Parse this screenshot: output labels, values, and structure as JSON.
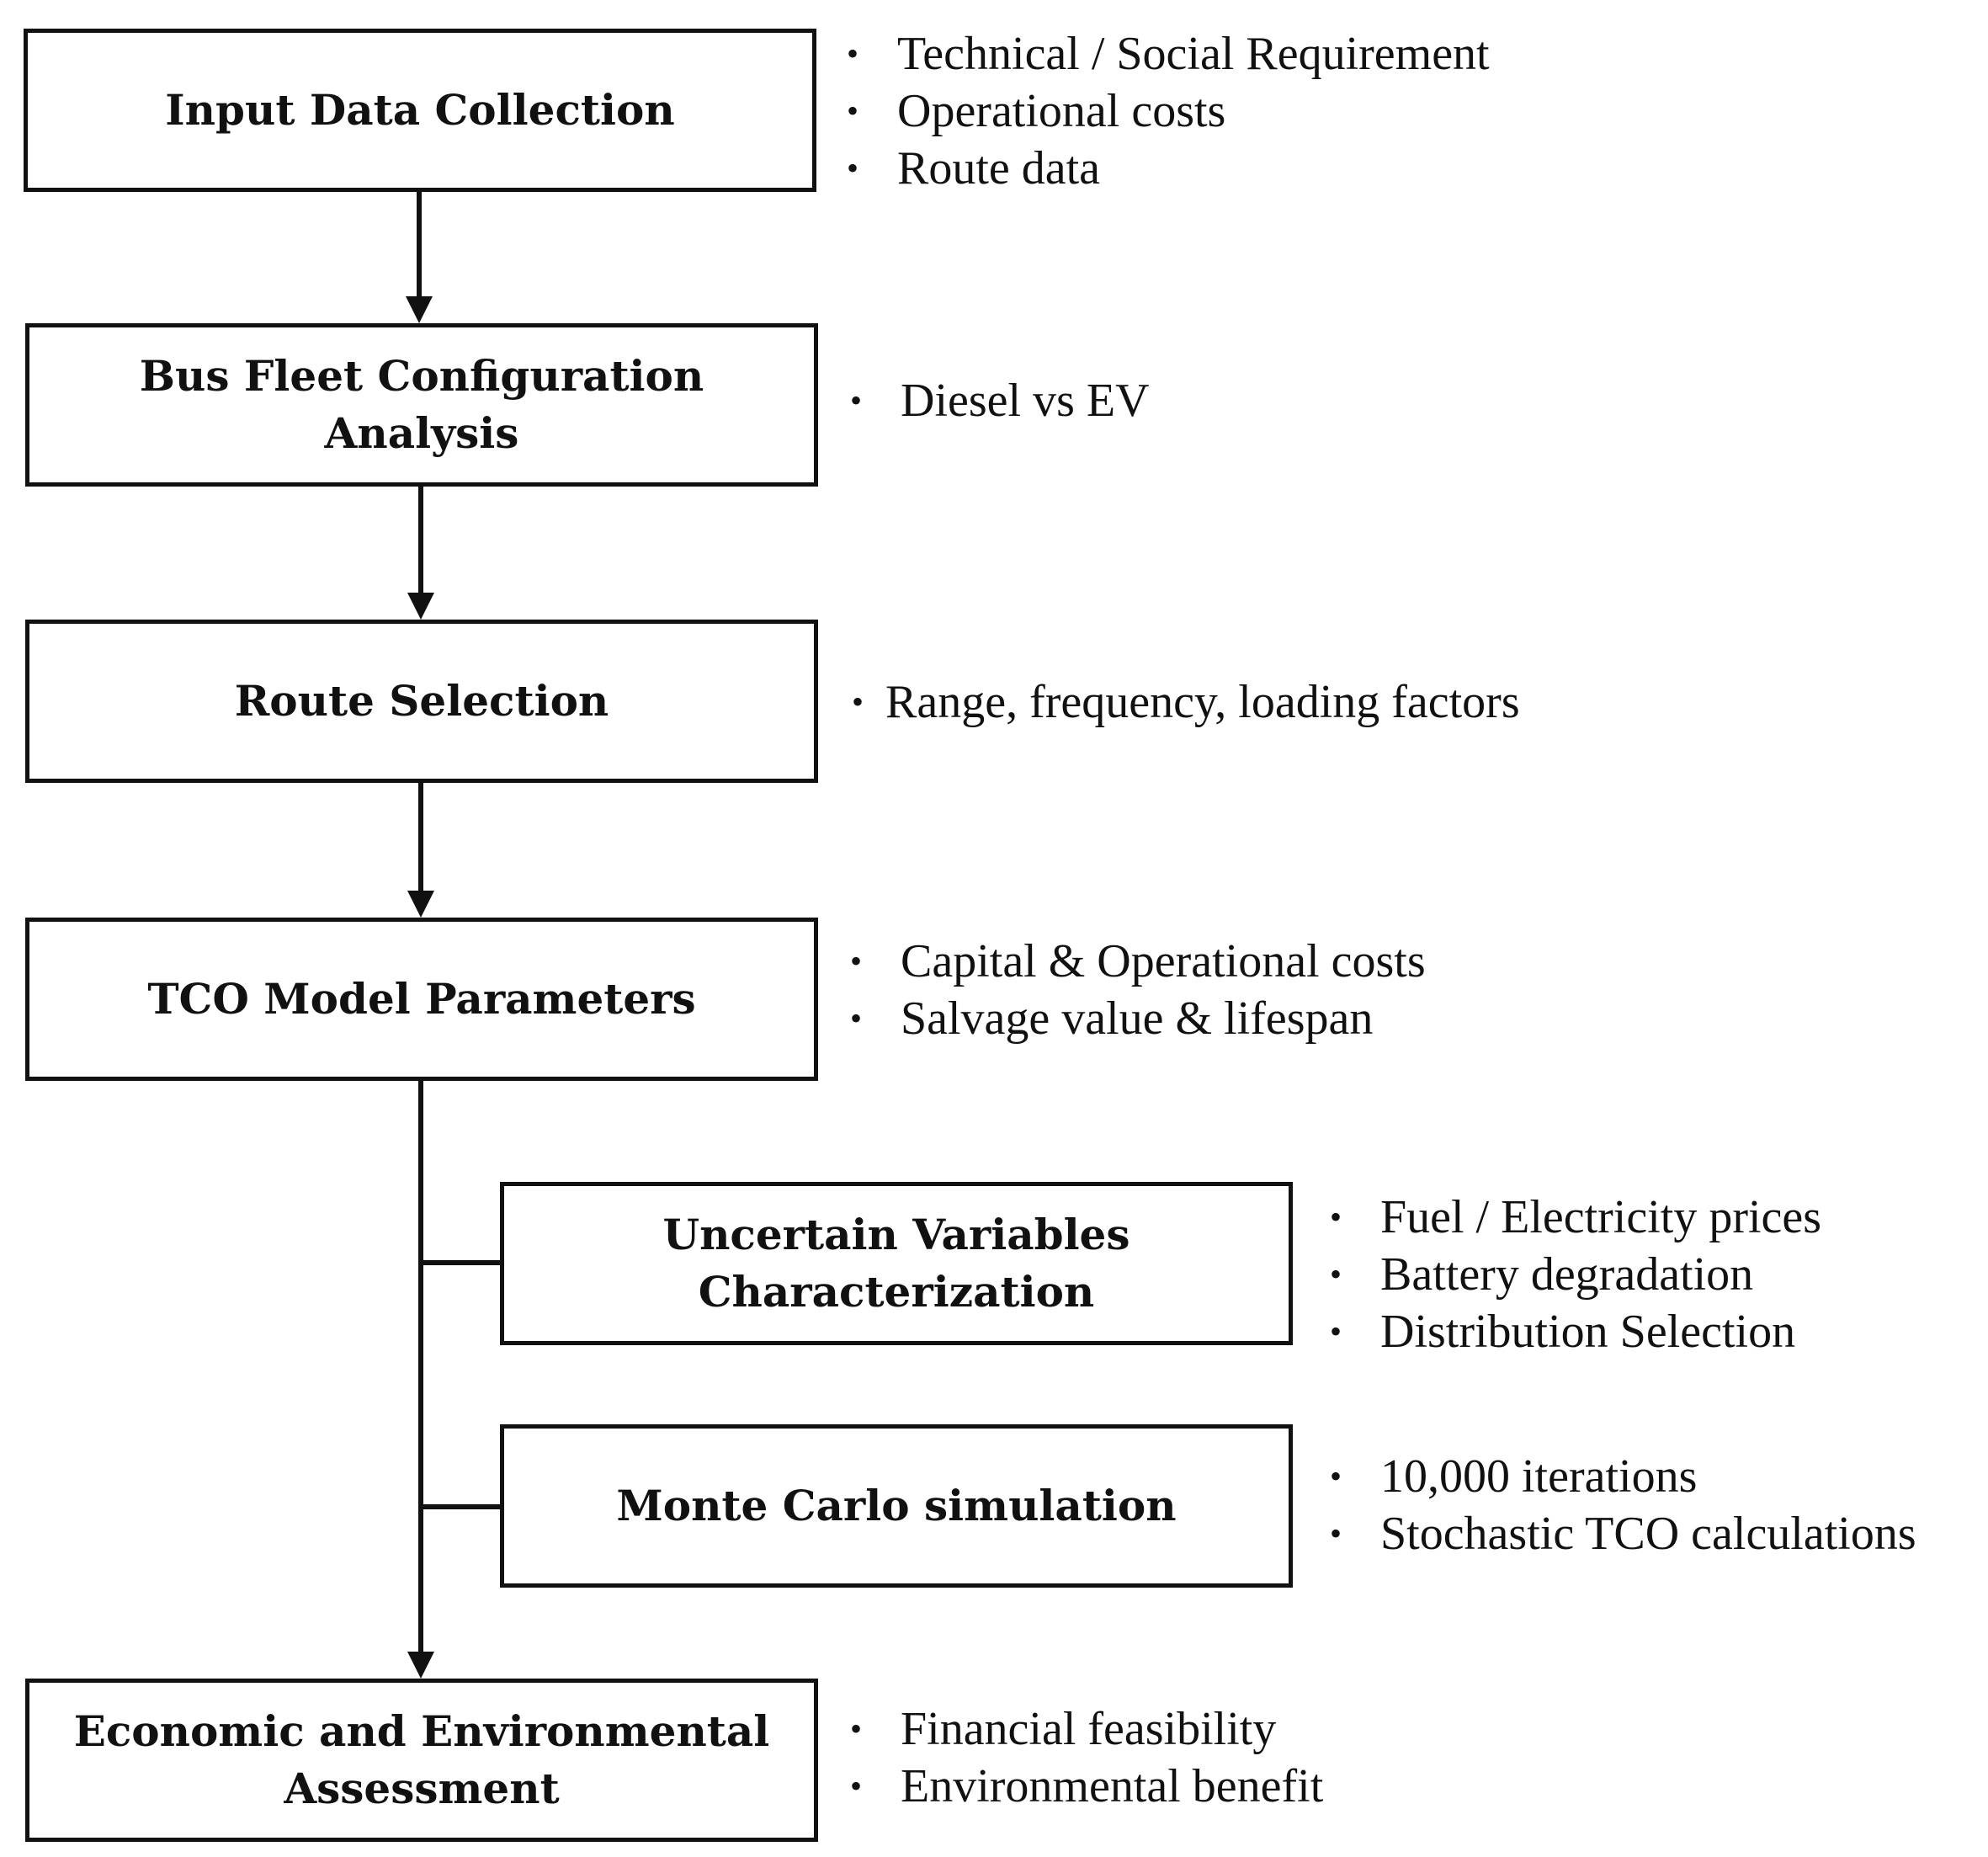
{
  "steps": [
    {
      "title": "Input Data Collection",
      "notes": [
        "Technical / Social Requirement",
        "Operational costs",
        "Route data"
      ]
    },
    {
      "title": "Bus Fleet Configuration\nAnalysis",
      "notes": [
        "Diesel vs EV"
      ]
    },
    {
      "title": "Route Selection",
      "notes": [
        "Range, frequency, loading factors"
      ]
    },
    {
      "title": "TCO Model Parameters",
      "notes": [
        "Capital & Operational costs",
        "Salvage value & lifespan"
      ]
    },
    {
      "title": "Uncertain Variables\nCharacterization",
      "notes": [
        "Fuel / Electricity prices",
        "Battery degradation",
        "Distribution Selection"
      ]
    },
    {
      "title": "Monte Carlo simulation",
      "notes": [
        "10,000 iterations",
        "Stochastic TCO calculations"
      ]
    },
    {
      "title": "Economic and Environmental\nAssessment",
      "notes": [
        "Financial feasibility",
        "Environmental benefit"
      ]
    }
  ],
  "colors": {
    "line": "#111111",
    "background": "#ffffff"
  }
}
